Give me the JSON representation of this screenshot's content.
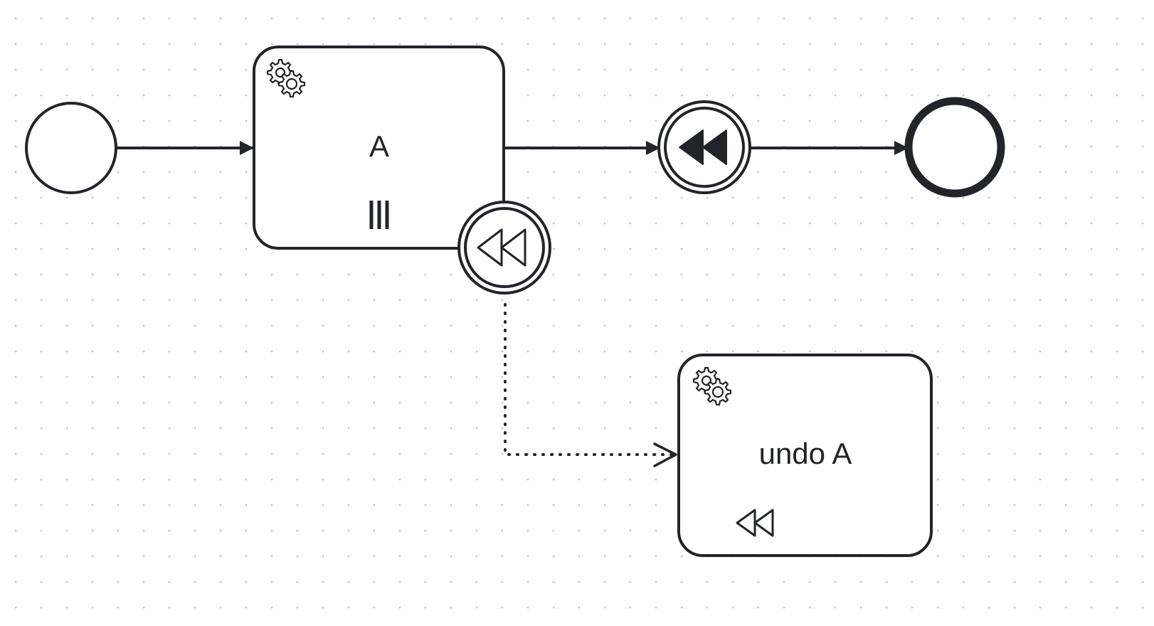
{
  "diagram": {
    "stroke_color": "#22242a",
    "background_color": "#ffffff",
    "grid_dot_color": "#c9c9c9",
    "start_event": {
      "kind": "start-event"
    },
    "task_a": {
      "label": "A",
      "type": "service-task",
      "icon": "gear-icon",
      "marker": "parallel-multi-instance-marker"
    },
    "boundary_event": {
      "kind": "compensation-boundary-event",
      "icon": "compensation-icon"
    },
    "throw_event": {
      "kind": "compensation-intermediate-throw-event",
      "icon": "compensation-filled-icon"
    },
    "end_event": {
      "kind": "end-event"
    },
    "task_undo": {
      "label": "undo A",
      "type": "service-task",
      "icon": "gear-icon",
      "marker": "compensation-marker"
    },
    "flows": [
      {
        "from": "start_event",
        "to": "task_a",
        "kind": "sequence-flow"
      },
      {
        "from": "task_a",
        "to": "throw_event",
        "kind": "sequence-flow"
      },
      {
        "from": "throw_event",
        "to": "end_event",
        "kind": "sequence-flow"
      },
      {
        "from": "boundary_event",
        "to": "task_undo",
        "kind": "association"
      }
    ]
  }
}
